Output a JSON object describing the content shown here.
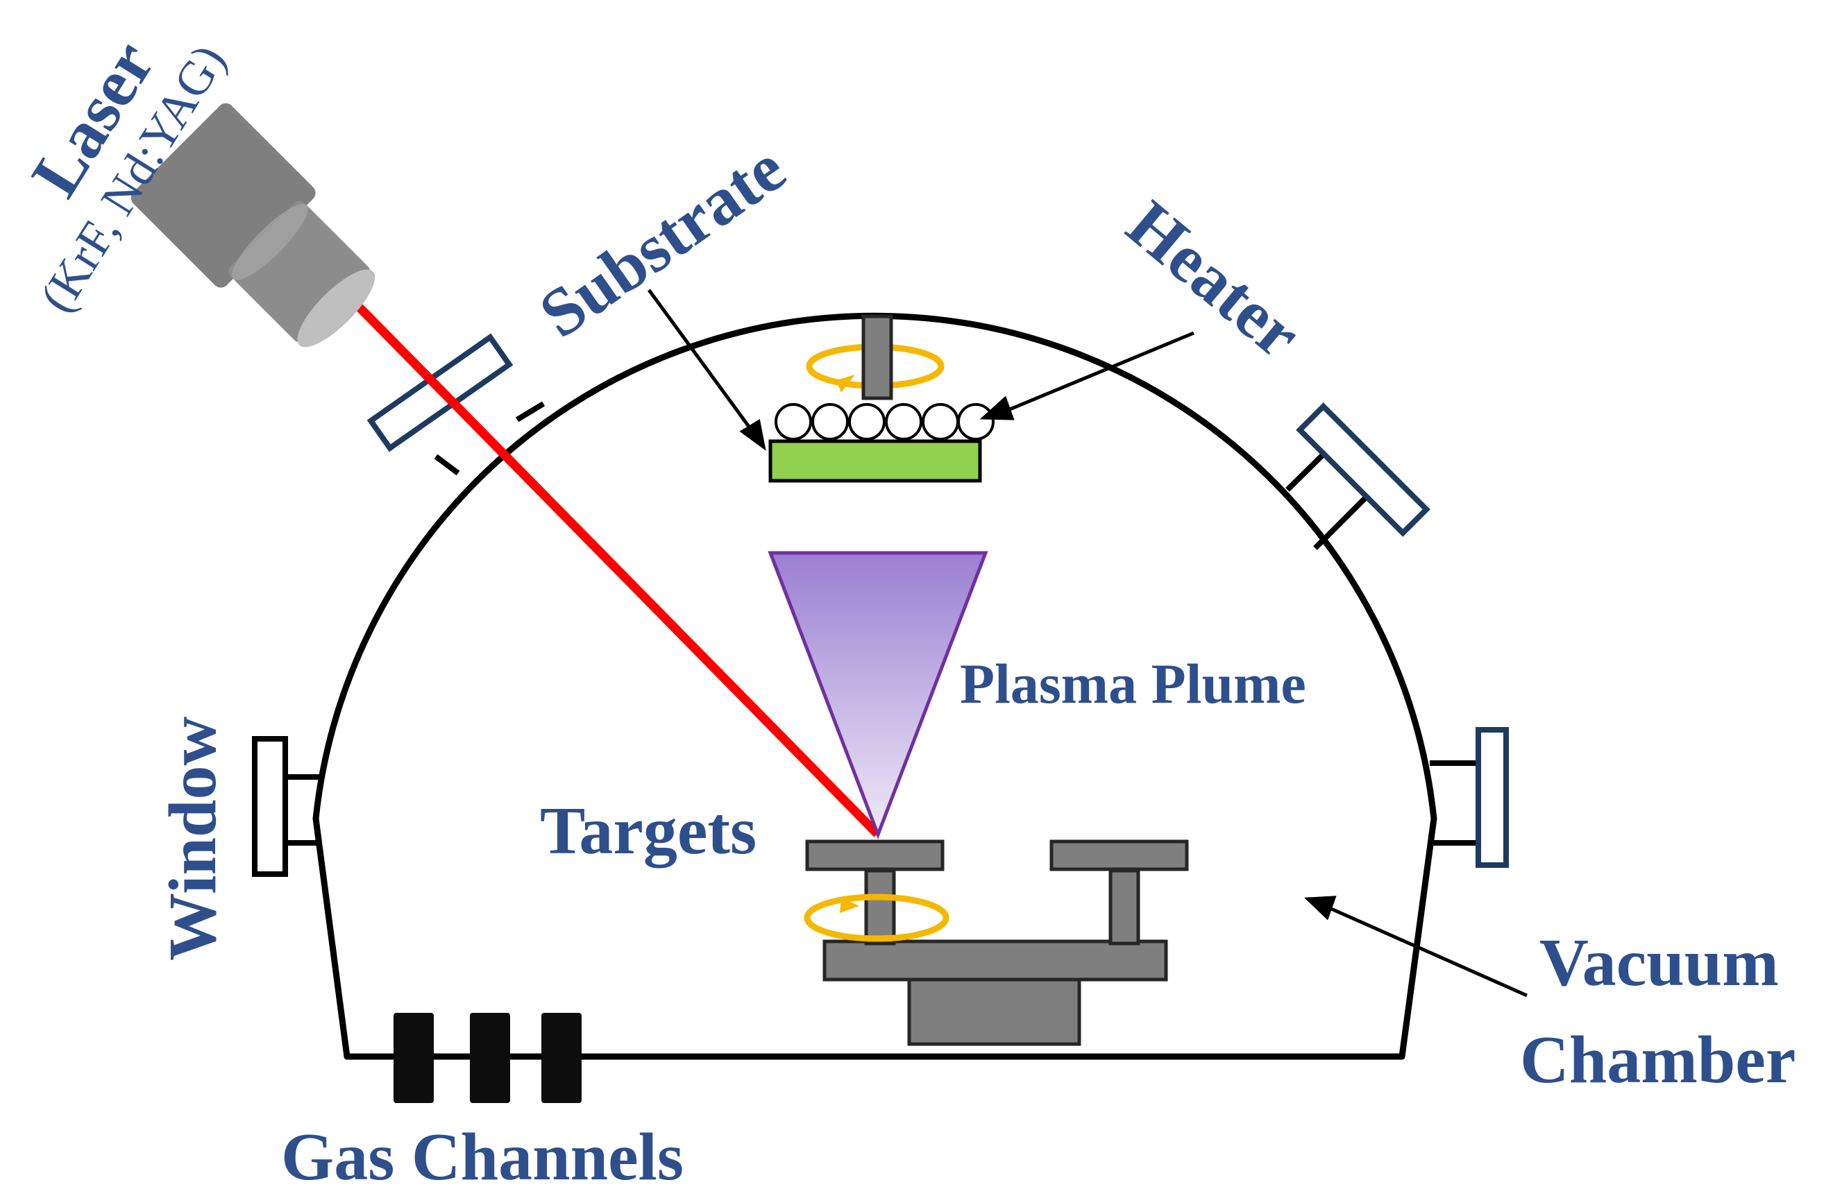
{
  "labels": {
    "laser": "Laser",
    "laser_types": "(KrF, Nd:YAG)",
    "substrate": "Substrate",
    "heater": "Heater",
    "plasma_plume": "Plasma Plume",
    "targets": "Targets",
    "window": "Window",
    "vacuum_line1": "Vacuum",
    "vacuum_line2": "Chamber",
    "gas_channels": "Gas Channels"
  },
  "colors": {
    "label_text": "#2e4f8c",
    "chamber_outline": "#000000",
    "window_frame": "#1f3a5f",
    "laser_body": "#7f7f7f",
    "laser_beam": "#ff0000",
    "substrate_fill": "#92d050",
    "plume_top": "#9a7fd1",
    "plume_bottom": "#efe9f8",
    "plume_outline": "#7030a0",
    "rotation_arrow": "#f5b800",
    "stage_gray": "#7f7f7f",
    "gas_channel": "#0d0d0d"
  },
  "icons": {
    "laser": "laser-head-icon",
    "rotation": "rotation-arrow-icon"
  }
}
